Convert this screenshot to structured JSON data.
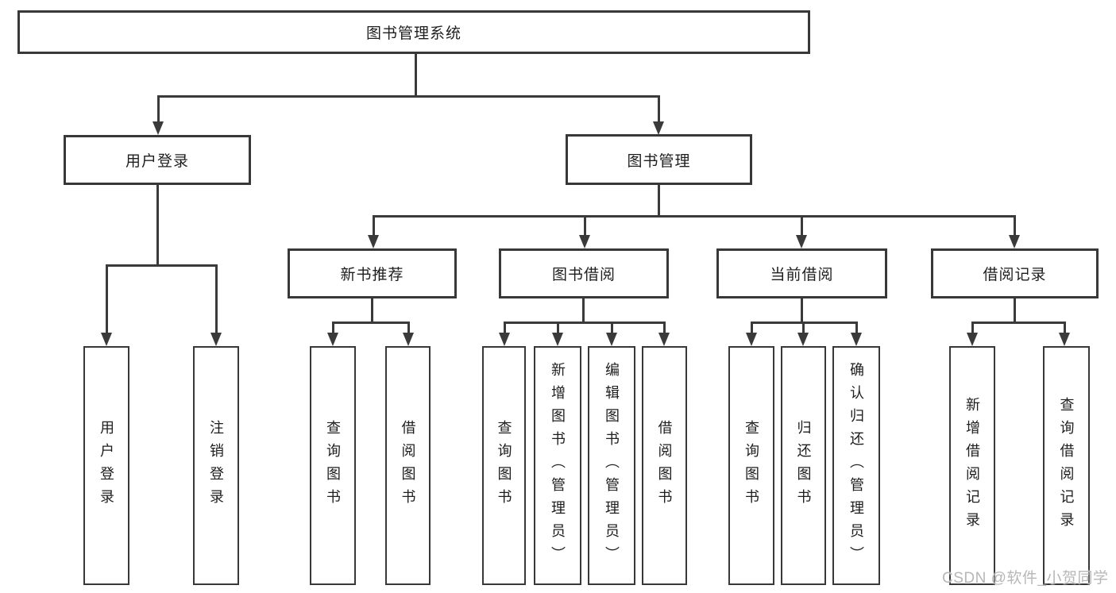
{
  "diagram": {
    "type": "hierarchy-tree",
    "tree": {
      "root": "图书管理系统",
      "branches": [
        {
          "label": "用户登录",
          "children": [
            "用户登录",
            "注销登录"
          ]
        },
        {
          "label": "图书管理",
          "groups": [
            {
              "label": "新书推荐",
              "children": [
                "查询图书",
                "借阅图书"
              ]
            },
            {
              "label": "图书借阅",
              "children": [
                "查询图书",
                "新增图书（管理员）",
                "编辑图书（管理员）",
                "借阅图书"
              ]
            },
            {
              "label": "当前借阅",
              "children": [
                "查询图书",
                "归还图书",
                "确认归还（管理员）"
              ]
            },
            {
              "label": "借阅记录",
              "children": [
                "新增借阅记录",
                "查询借阅记录"
              ]
            }
          ]
        }
      ]
    },
    "watermark": "CSDN @软件_小贺同学",
    "colors": {
      "line": "#3a3a3a",
      "border": "#383838",
      "text": "#1e1e1e",
      "watermark": "#b7b7b7",
      "background": "#ffffff"
    }
  }
}
